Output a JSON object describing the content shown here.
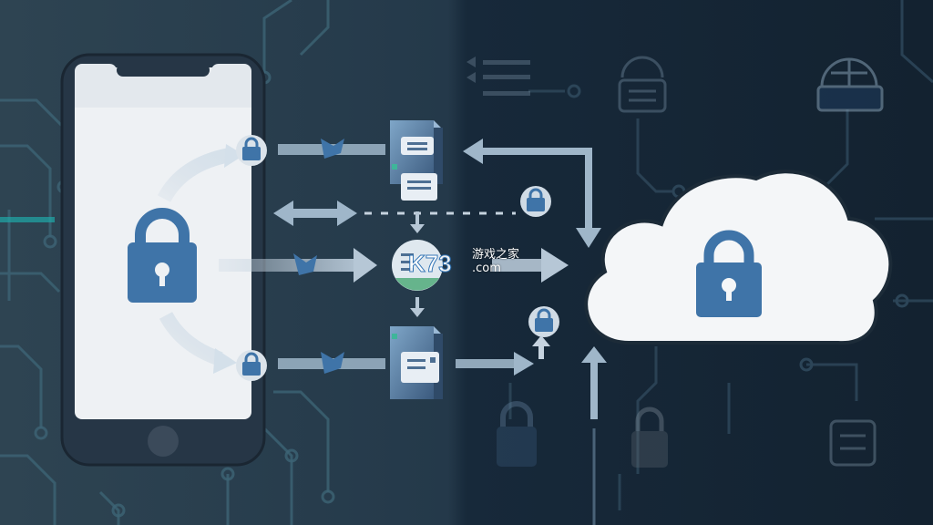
{
  "scene": {
    "description_tag": "illustration",
    "colors": {
      "background_left": "#2c4150",
      "background_right": "#142431",
      "lock_blue": "#3f74a8",
      "phone_frame": "#263646",
      "screen": "#eef1f4",
      "arrow": "#9fb6c9",
      "cloud": "#f4f6f8",
      "server": "#4d6f93"
    },
    "icons": [
      "padlock-icon",
      "cloud-icon",
      "server-icon",
      "smartphone-icon",
      "globe-icon",
      "circuit-pattern"
    ]
  },
  "watermark": {
    "logo_text": "K73",
    "line1": "游戏之家",
    "line2": ".com"
  }
}
